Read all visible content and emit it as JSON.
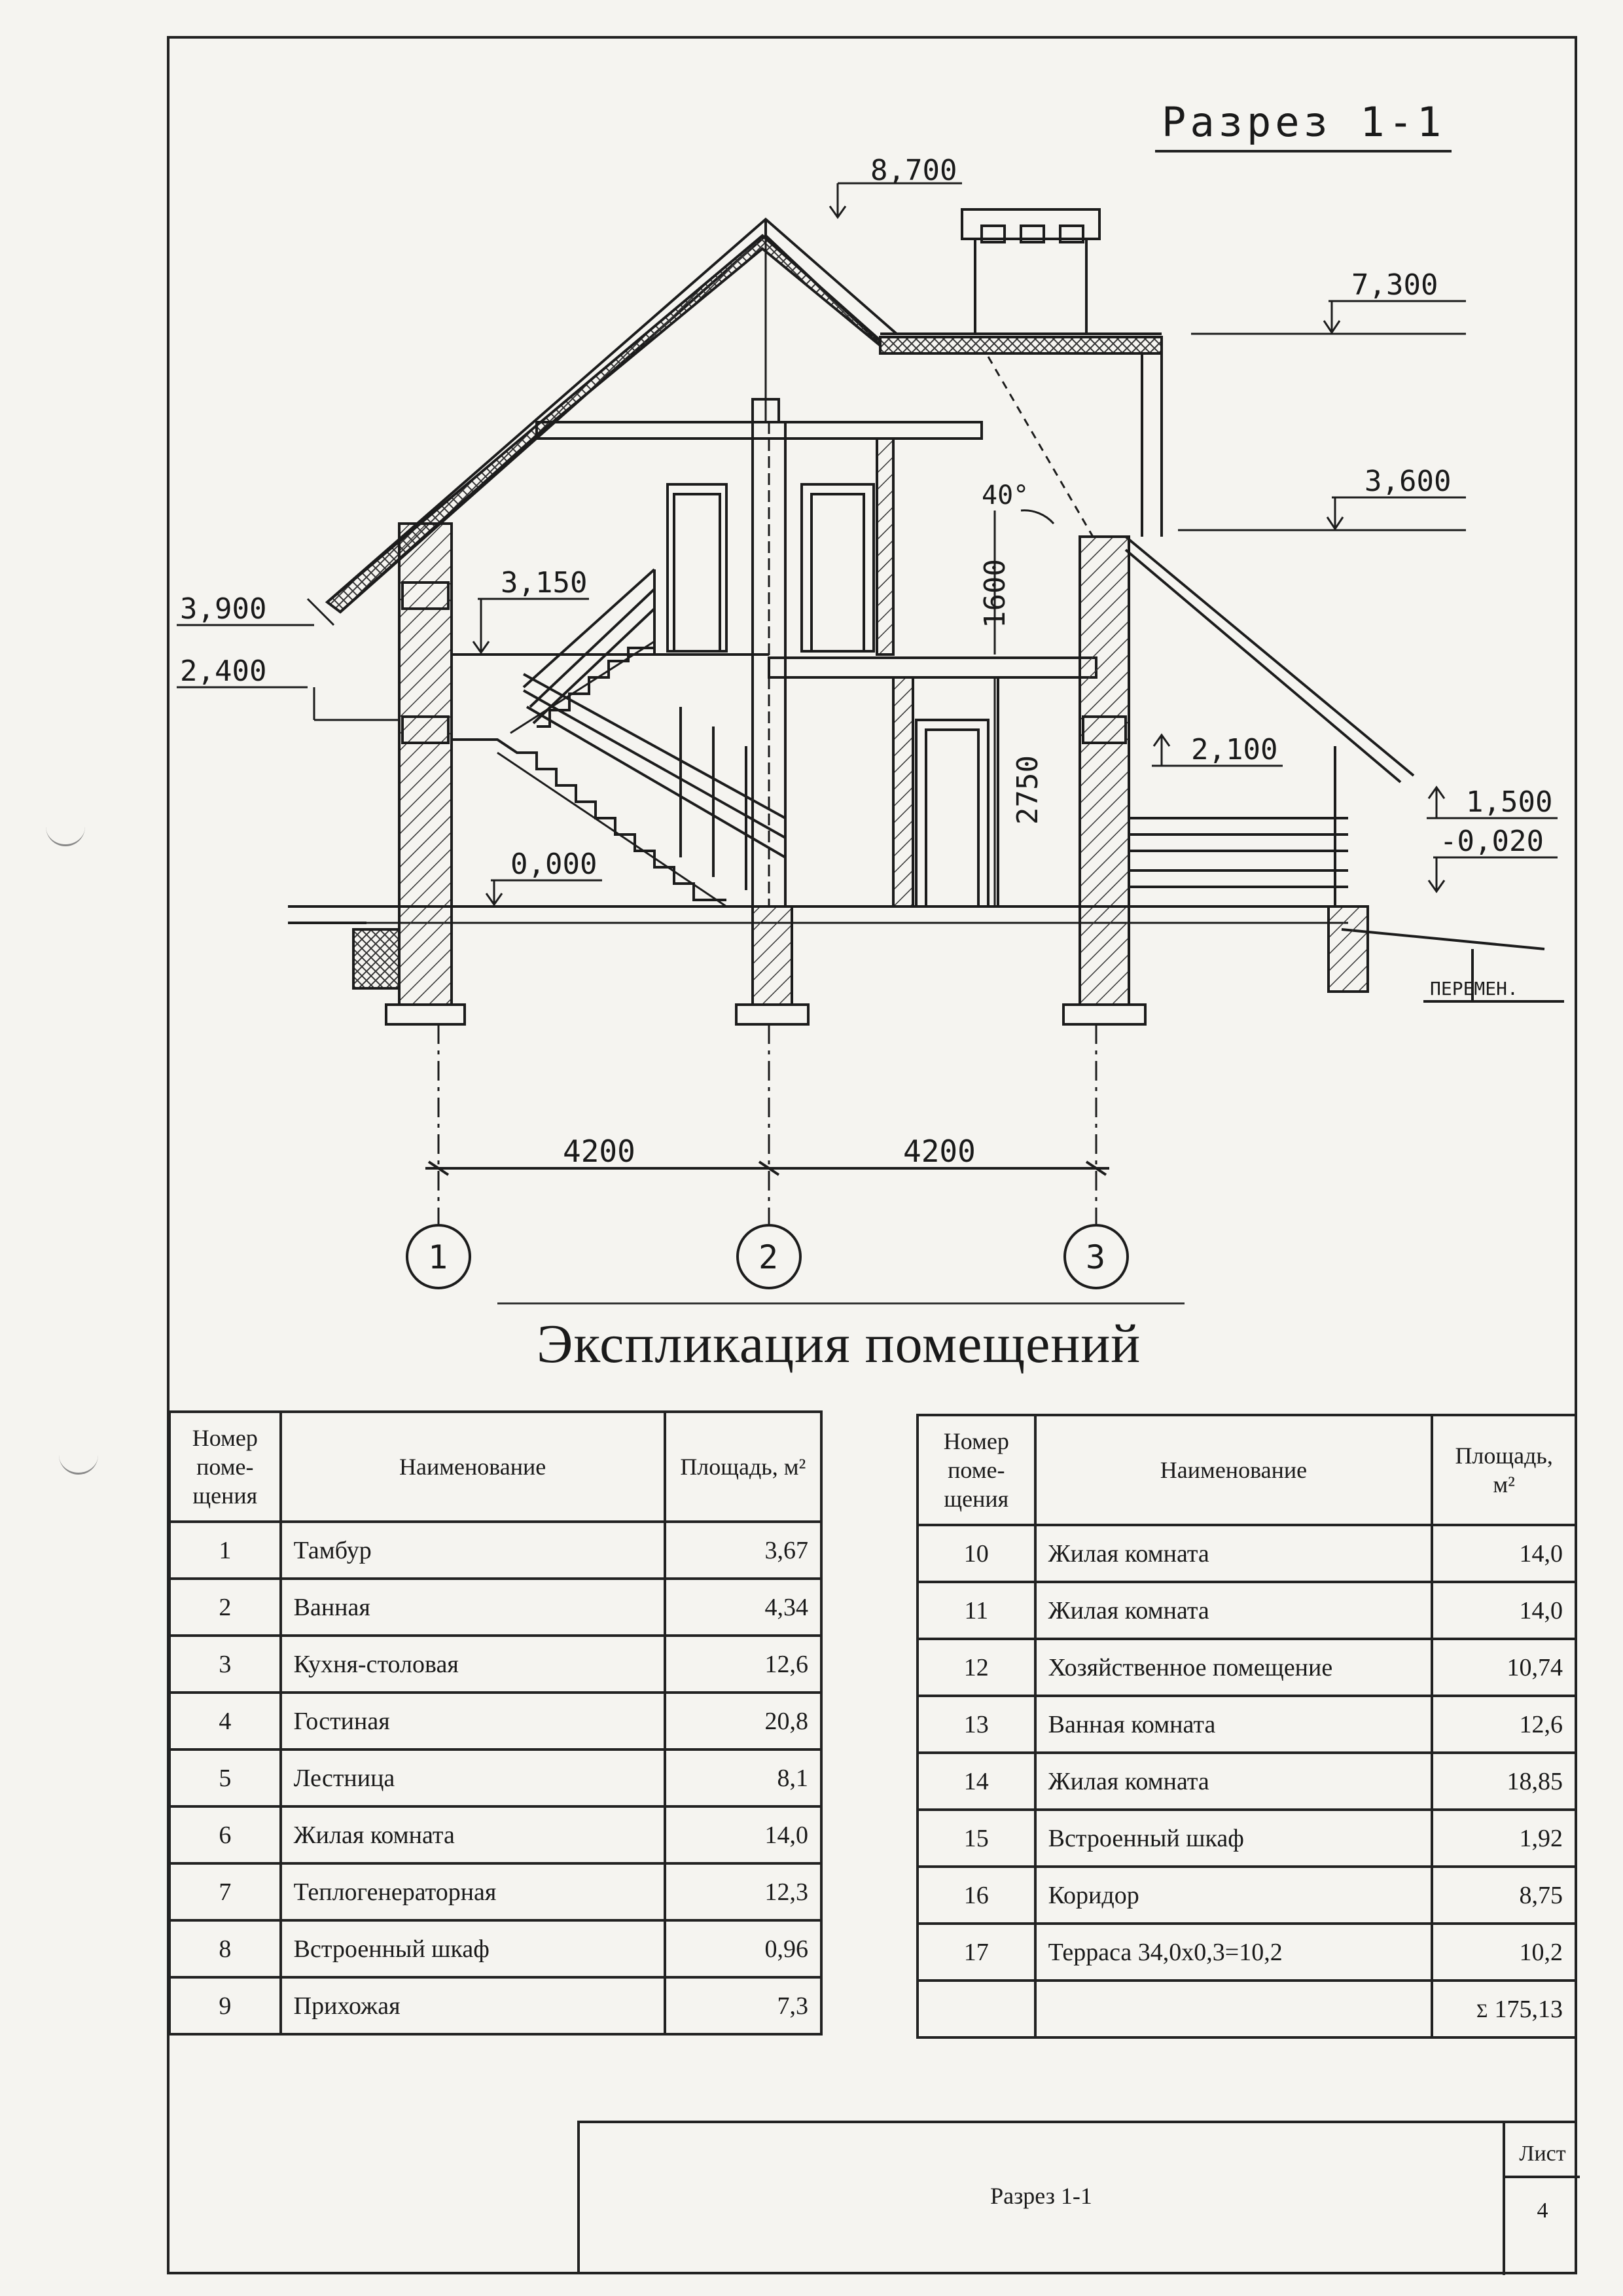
{
  "section": {
    "title": "Разрез 1-1",
    "elevations": [
      "8,700",
      "7,300",
      "3,600",
      "3,900",
      "3,150",
      "2,400",
      "2,100",
      "1,500",
      "-0,020",
      "0,000"
    ],
    "dimensions": {
      "h_upper": "1600",
      "h_lower": "2750",
      "span_1_2": "4200",
      "span_2_3": "4200"
    },
    "roof_angle": "40°",
    "ground_label": "ПЕРЕМЕН.",
    "axes": [
      "1",
      "2",
      "3"
    ]
  },
  "explication": {
    "title": "Экспликация помещений",
    "headers": {
      "number": "Номер поме-щения",
      "name": "Наименование",
      "area": "Площадь, м²"
    },
    "left_rows": [
      {
        "num": "1",
        "name": "Тамбур",
        "area": "3,67"
      },
      {
        "num": "2",
        "name": "Ванная",
        "area": "4,34"
      },
      {
        "num": "3",
        "name": "Кухня-столовая",
        "area": "12,6"
      },
      {
        "num": "4",
        "name": "Гостиная",
        "area": "20,8"
      },
      {
        "num": "5",
        "name": "Лестница",
        "area": "8,1"
      },
      {
        "num": "6",
        "name": "Жилая комната",
        "area": "14,0"
      },
      {
        "num": "7",
        "name": "Теплогенераторная",
        "area": "12,3"
      },
      {
        "num": "8",
        "name": "Встроенный шкаф",
        "area": "0,96"
      },
      {
        "num": "9",
        "name": "Прихожая",
        "area": "7,3"
      }
    ],
    "right_rows": [
      {
        "num": "10",
        "name": "Жилая комната",
        "area": "14,0"
      },
      {
        "num": "11",
        "name": "Жилая комната",
        "area": "14,0"
      },
      {
        "num": "12",
        "name": "Хозяйственное помещение",
        "area": "10,74"
      },
      {
        "num": "13",
        "name": "Ванная комната",
        "area": "12,6"
      },
      {
        "num": "14",
        "name": "Жилая комната",
        "area": "18,85"
      },
      {
        "num": "15",
        "name": "Встроенный шкаф",
        "area": "1,92"
      },
      {
        "num": "16",
        "name": "Коридор",
        "area": "8,75"
      },
      {
        "num": "17",
        "name": "Терраса 34,0х0,3=10,2",
        "area": "10,2"
      }
    ],
    "total_sign": "Σ",
    "total": "175,13"
  },
  "title_block": {
    "name": "Разрез 1-1",
    "sheet_label": "Лист",
    "sheet_number": "4"
  }
}
